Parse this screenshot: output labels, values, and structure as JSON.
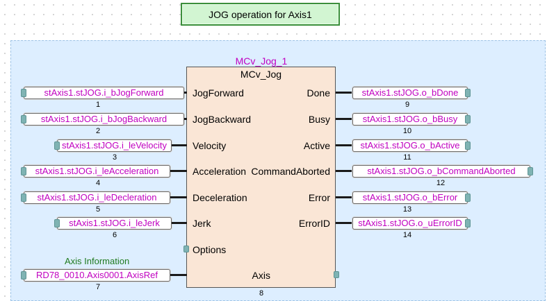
{
  "comment": "JOG operation for Axis1",
  "block": {
    "instance_name": "MCv_Jog_1",
    "type_name": "MCv_Jog",
    "axis_number": "8"
  },
  "inputs": [
    {
      "pin": "JogForward",
      "variable": "stAxis1.stJOG.i_bJogForward",
      "number": "1"
    },
    {
      "pin": "JogBackward",
      "variable": "stAxis1.stJOG.i_bJogBackward",
      "number": "2"
    },
    {
      "pin": "Velocity",
      "variable": "stAxis1.stJOG.i_leVelocity",
      "number": "3"
    },
    {
      "pin": "Acceleration",
      "variable": "stAxis1.stJOG.i_leAcceleration",
      "number": "4"
    },
    {
      "pin": "Deceleration",
      "variable": "stAxis1.stJOG.i_leDecleration",
      "number": "5"
    },
    {
      "pin": "Jerk",
      "variable": "stAxis1.stJOG.i_leJerk",
      "number": "6"
    },
    {
      "pin": "Options",
      "variable": "",
      "number": ""
    },
    {
      "pin": "Axis",
      "variable": "RD78_0010.Axis0001.AxisRef",
      "number": "7"
    }
  ],
  "axis_comment": "Axis Information",
  "outputs": [
    {
      "pin": "Done",
      "variable": "stAxis1.stJOG.o_bDone",
      "number": "9"
    },
    {
      "pin": "Busy",
      "variable": "stAxis1.stJOG.o_bBusy",
      "number": "10"
    },
    {
      "pin": "Active",
      "variable": "stAxis1.stJOG.o_bActive",
      "number": "11"
    },
    {
      "pin": "CommandAborted",
      "variable": "stAxis1.stJOG.o_bCommandAborted",
      "number": "12"
    },
    {
      "pin": "Error",
      "variable": "stAxis1.stJOG.o_bError",
      "number": "13"
    },
    {
      "pin": "ErrorID",
      "variable": "stAxis1.stJOG.o_uErrorID",
      "number": "14"
    }
  ]
}
